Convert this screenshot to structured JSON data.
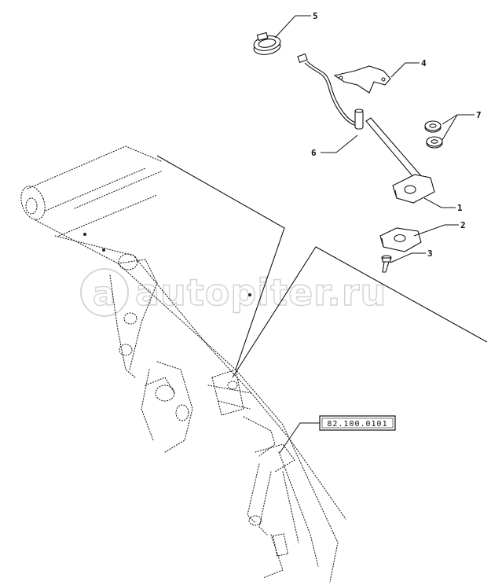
{
  "callouts": [
    "5",
    "4",
    "7",
    "6",
    "1",
    "2",
    "3"
  ],
  "reference_box": "82.100.0101",
  "watermark": "autopiter.ru"
}
